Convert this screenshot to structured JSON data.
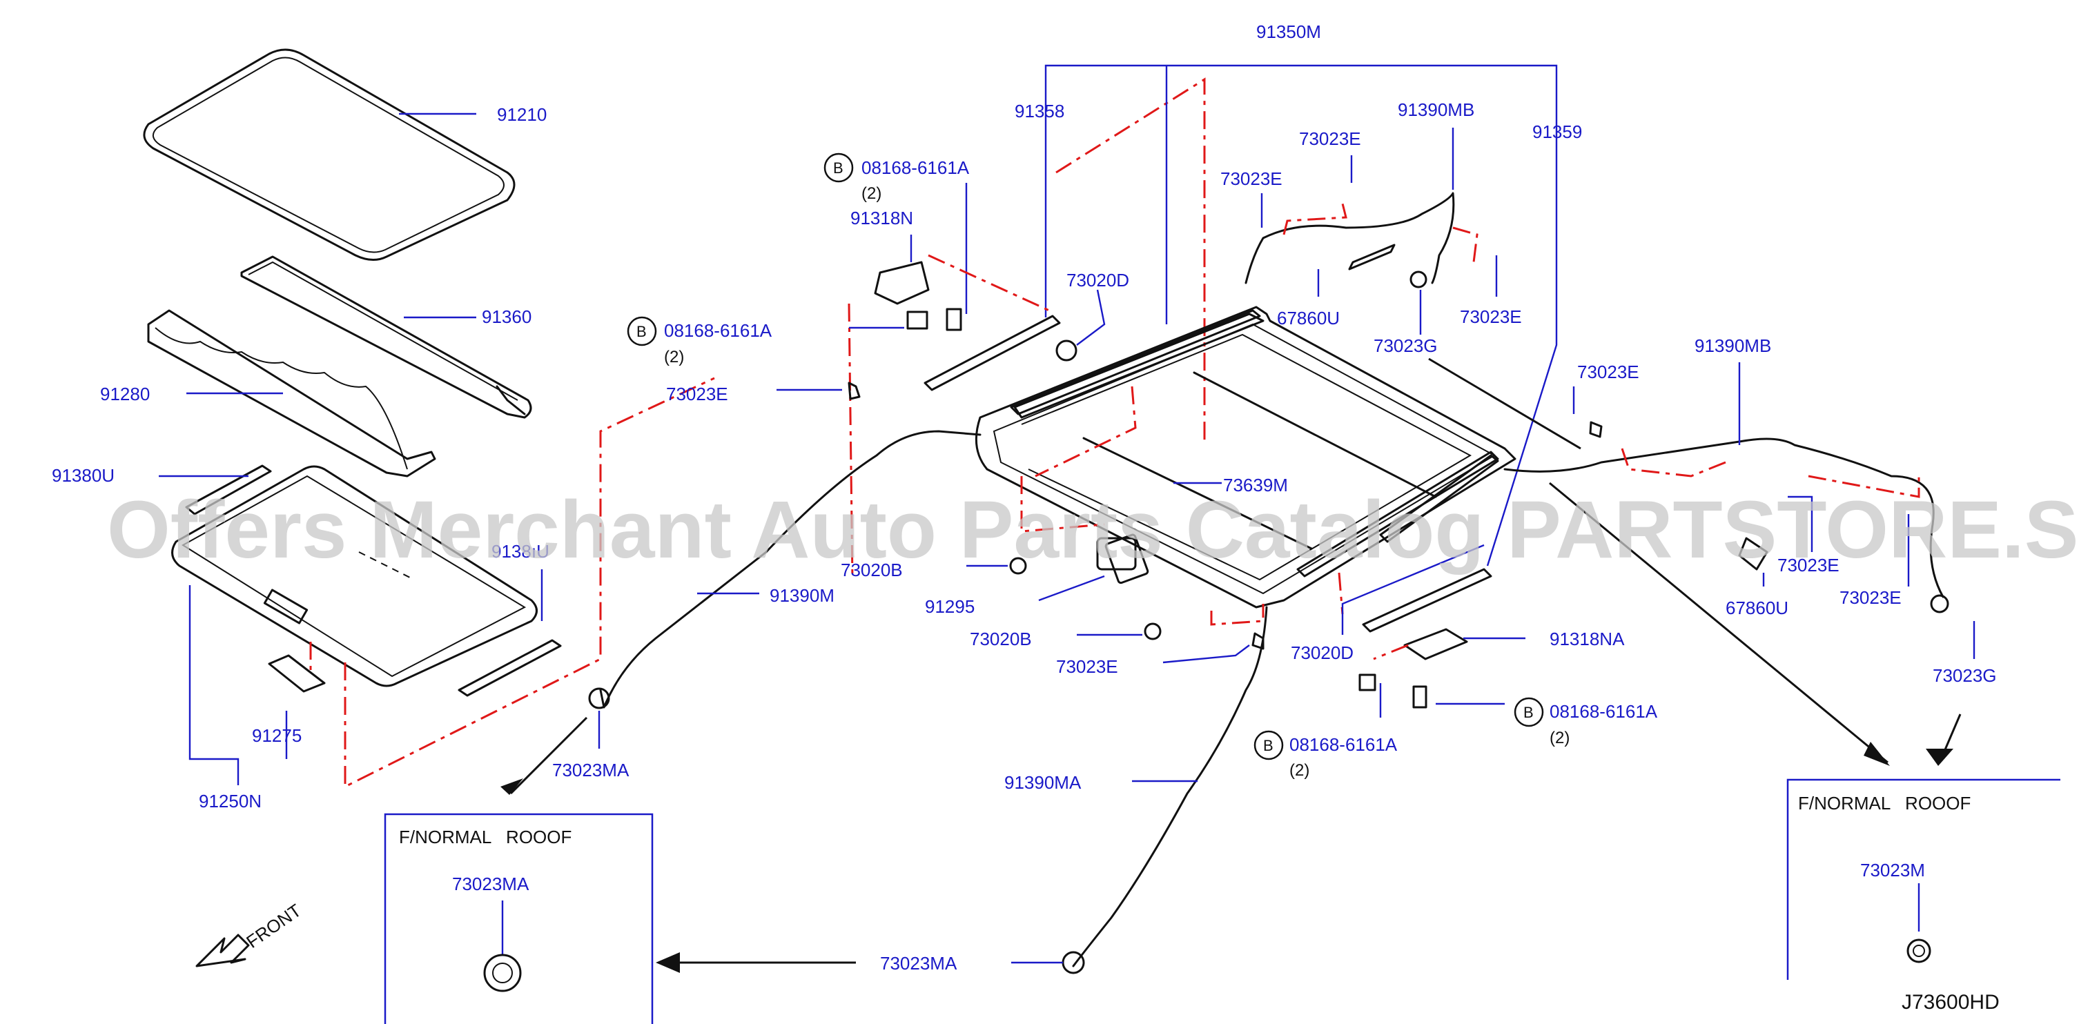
{
  "watermark": "Offers Merchant Auto Parts Catalog PARTSTORE.SA",
  "diagram_code": "J73600HD",
  "front_label": "FRONT",
  "inset_left_title": "F/NORMAL   ROOOF",
  "inset_right_title": "F/NORMAL   ROOOF",
  "labels": {
    "p91210": "91210",
    "p91360": "91360",
    "p91280": "91280",
    "p91380U": "91380U",
    "p9138xU": "9138ıU",
    "p91275": "91275",
    "p91250N": "91250N",
    "p91350M": "91350M",
    "p91358": "91358",
    "p91359": "91359",
    "p08168_1": "08168-6161A",
    "p08168_2": "08168-6161A",
    "p08168_3": "08168-6161A",
    "p08168_4": "08168-6161A",
    "p91318N": "91318N",
    "p91318NA": "91318NA",
    "p73020D_1": "73020D",
    "p73020D_2": "73020D",
    "p73023E_1": "73023E",
    "p73023E_2": "73023E",
    "p73023E_3": "73023E",
    "p73023E_4": "73023E",
    "p73023E_5": "73023E",
    "p73023E_6": "73023E",
    "p73023E_7": "73023E",
    "p73023E_8": "73023E",
    "p91390MB_1": "91390MB",
    "p91390MB_2": "91390MB",
    "p67860U_1": "67860U",
    "p67860U_2": "67860U",
    "p73023G_1": "73023G",
    "p73023G_2": "73023G",
    "p73639M": "73639M",
    "p73020B_1": "73020B",
    "p73020B_2": "73020B",
    "p91295": "91295",
    "p91390M": "91390M",
    "p91390MA": "91390MA",
    "p73023MA_1": "73023MA",
    "p73023MA_2": "73023MA",
    "p73023MA_3": "73023MA",
    "p73023M": "73023M"
  },
  "qty": {
    "q1": "(2)",
    "q2": "(2)",
    "q3": "(2)",
    "q4": "(2)"
  },
  "bolt_symbol": "B"
}
